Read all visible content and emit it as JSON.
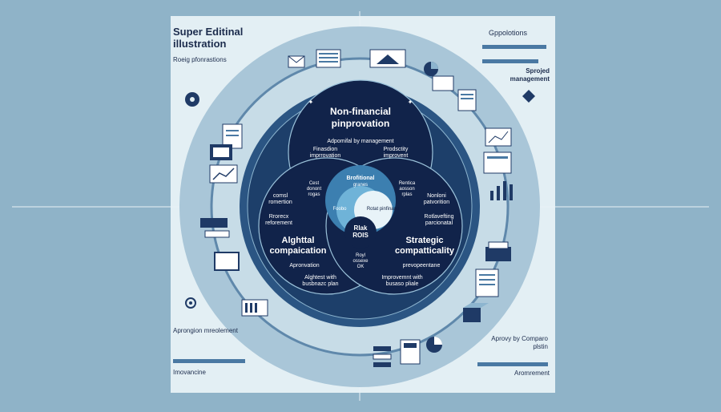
{
  "header": {
    "title": "Super Editinal illustration",
    "subtitle": "Roeig pfonrastions"
  },
  "corners": {
    "top_right_1": "Gppolotions",
    "top_right_2": "Sprojed management",
    "bottom_left_1": "Aprongion mreolement",
    "bottom_left_2": "Imovancine",
    "bottom_right_1": "Aprovy by Comparo plstin",
    "bottom_right_2": "Aromrement"
  },
  "venn": {
    "top": {
      "title_line1": "Non-financial",
      "title_line2": "pinprovation",
      "sub1": "Adpomifal by management",
      "left_line1": "Finasdion",
      "left_line2": "imprrovation",
      "right_line1": "Prodsctity",
      "right_line2": "improvent"
    },
    "left": {
      "item1_line1": "comsl",
      "item1_line2": "romertion",
      "item2_line1": "Rrorecx",
      "item2_line2": "reforement",
      "title_line1": "Alghttal",
      "title_line2": "compaication",
      "sub1": "Apronvation",
      "sub2_line1": "Alghtest with",
      "sub2_line2": "busbnazc plan"
    },
    "right": {
      "item1_line1": "Nonloni",
      "item1_line2": "patvorition",
      "item2_line1": "Rotlavefting",
      "item2_line2": "parcionatal",
      "title_line1": "Strategic",
      "title_line2": "compatticality",
      "sub1": "prevopeentane",
      "sub2_line1": "Improvemnt with",
      "sub2_line2": "busaso pliale"
    },
    "overlap_tl_line1": "Cest",
    "overlap_tl_line2": "donont",
    "overlap_tl_line3": "rogas",
    "overlap_tr_line1": "Rentica",
    "overlap_tr_line2": "aosson",
    "overlap_tr_line3": "rplas",
    "overlap_bottom_line1": "Royl",
    "overlap_bottom_line2": "ossexe",
    "overlap_bottom_line3": "OK",
    "center_top_line1": "Brofitional",
    "center_top_line2": "granes",
    "center_left": "Foobo",
    "center_right": "Rotat pinfinano",
    "center_line1": "Rlak",
    "center_line2": "ROIS"
  }
}
